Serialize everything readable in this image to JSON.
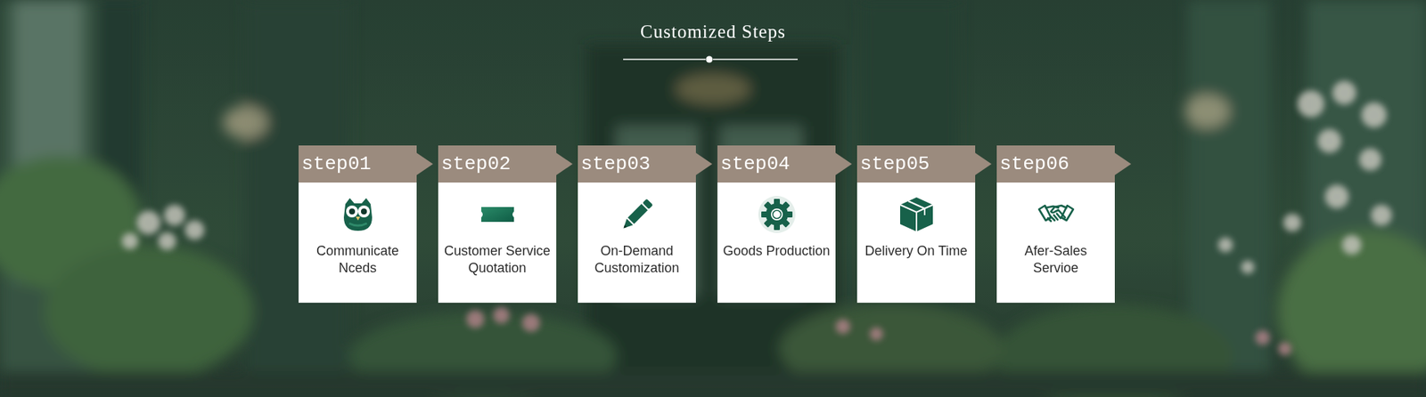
{
  "diagram": {
    "title": "Customized Steps",
    "nodes": [
      {
        "text": [
          "step01",
          "Communicate Nceds"
        ]
      },
      {
        "text": [
          "step02",
          "Customer Service Quotation"
        ]
      },
      {
        "text": [
          "step03",
          "On-Demand Customization"
        ]
      },
      {
        "text": [
          "step04",
          "Goods Production"
        ]
      },
      {
        "text": [
          "step05",
          "Delivery On Time"
        ]
      },
      {
        "text": [
          "step06",
          "Afer-Sales Servioe"
        ]
      }
    ]
  }
}
